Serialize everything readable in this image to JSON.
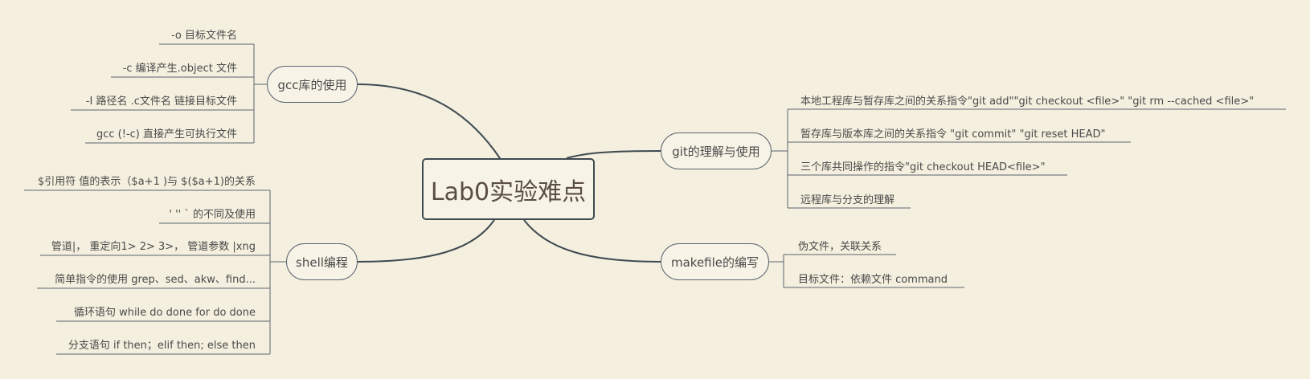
{
  "root": {
    "label": "Lab0实验难点"
  },
  "branches": {
    "gcc": {
      "label": "gcc库的使用",
      "leaves": [
        "-o 目标文件名",
        "-c 编译产生.object 文件",
        "-I 路径名 .c文件名   链接目标文件",
        "gcc (!-c) 直接产生可执行文件"
      ]
    },
    "shell": {
      "label": "shell编程",
      "leaves": [
        "$引用符 值的表示（$a+1 )与 $($a+1)的关系",
        "' '' ` 的不同及使用",
        "管道|，  重定向1> 2> 3>，  管道参数 |xng",
        "简单指令的使用 grep、sed、akw、find...",
        "循环语句 while do done for do done",
        "分支语句 if then；elif then; else then"
      ]
    },
    "git": {
      "label": "git的理解与使用",
      "leaves": [
        "本地工程库与暂存库之间的关系指令\"git add\"\"git  checkout <file>\" \"git rm --cached <file>\"",
        "暂存库与版本库之间的关系指令 \"git commit\" \"git reset HEAD\"",
        "三个库共同操作的指令\"git checkout HEAD<file>\"",
        "远程库与分支的理解"
      ]
    },
    "makefile": {
      "label": "makefile的编写",
      "leaves": [
        "伪文件，关联关系",
        "目标文件：依赖文件 command"
      ]
    }
  },
  "colors": {
    "background": "#f4efde",
    "line": "#3f4a52"
  }
}
